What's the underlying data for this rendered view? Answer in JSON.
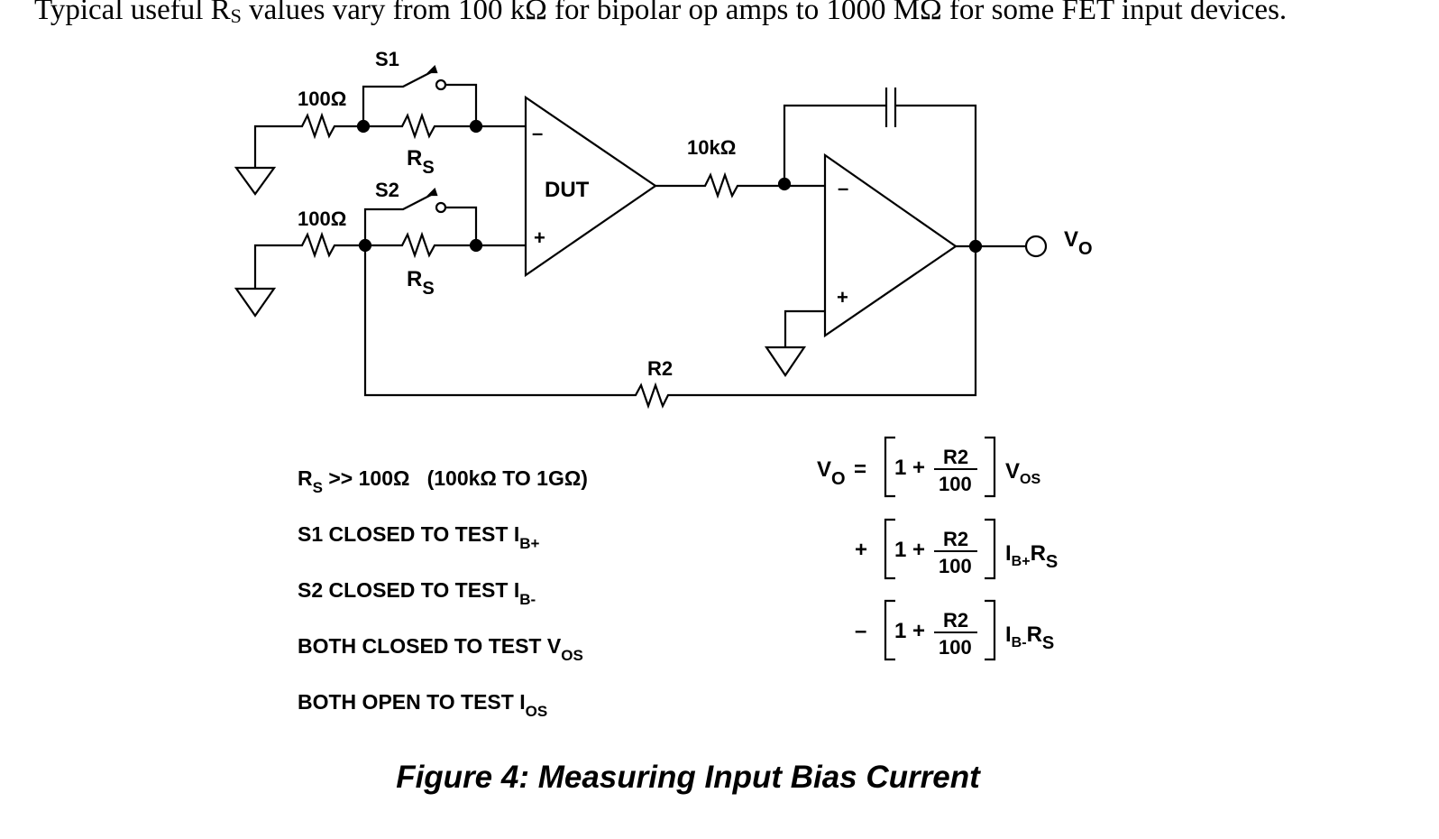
{
  "intro": {
    "text_before": "Typical useful R",
    "sub": "S",
    "text_after": " values vary from 100 kΩ for bipolar op amps to 1000 MΩ for some FET input devices."
  },
  "schematic": {
    "labels": {
      "r_top": "100Ω",
      "r_bottom": "100Ω",
      "s1": "S1",
      "s2": "S2",
      "rs_main": "R",
      "rs_sub": "S",
      "dut": "DUT",
      "minus": "–",
      "plus": "+",
      "r_10k": "10kΩ",
      "r2": "R2",
      "vo_main": "V",
      "vo_sub": "O"
    }
  },
  "notes": [
    {
      "main": "R",
      "sub": "S",
      "rest": " >> 100Ω   (100kΩ TO 1GΩ)"
    },
    {
      "main": "S1 CLOSED TO TEST I",
      "sub": "B+",
      "rest": ""
    },
    {
      "main": "S2 CLOSED TO TEST I",
      "sub": "B-",
      "rest": ""
    },
    {
      "main": "BOTH CLOSED TO TEST V",
      "sub": "OS",
      "rest": ""
    },
    {
      "main": "BOTH OPEN TO TEST I",
      "sub": "OS",
      "rest": ""
    }
  ],
  "equation": {
    "lhs_main": "V",
    "lhs_sub": "O",
    "equals": "=",
    "one_plus": "1 +",
    "numerator": "R2",
    "denominator": "100",
    "terms": [
      {
        "sign": "",
        "main": "V",
        "sub": "OS",
        "tail_main": "",
        "tail_sub": ""
      },
      {
        "sign": "+",
        "main": "I",
        "sub": "B+",
        "tail_main": "R",
        "tail_sub": "S"
      },
      {
        "sign": "–",
        "main": "I",
        "sub": "B-",
        "tail_main": "R",
        "tail_sub": "S"
      }
    ]
  },
  "caption": "Figure 4: Measuring Input Bias Current"
}
